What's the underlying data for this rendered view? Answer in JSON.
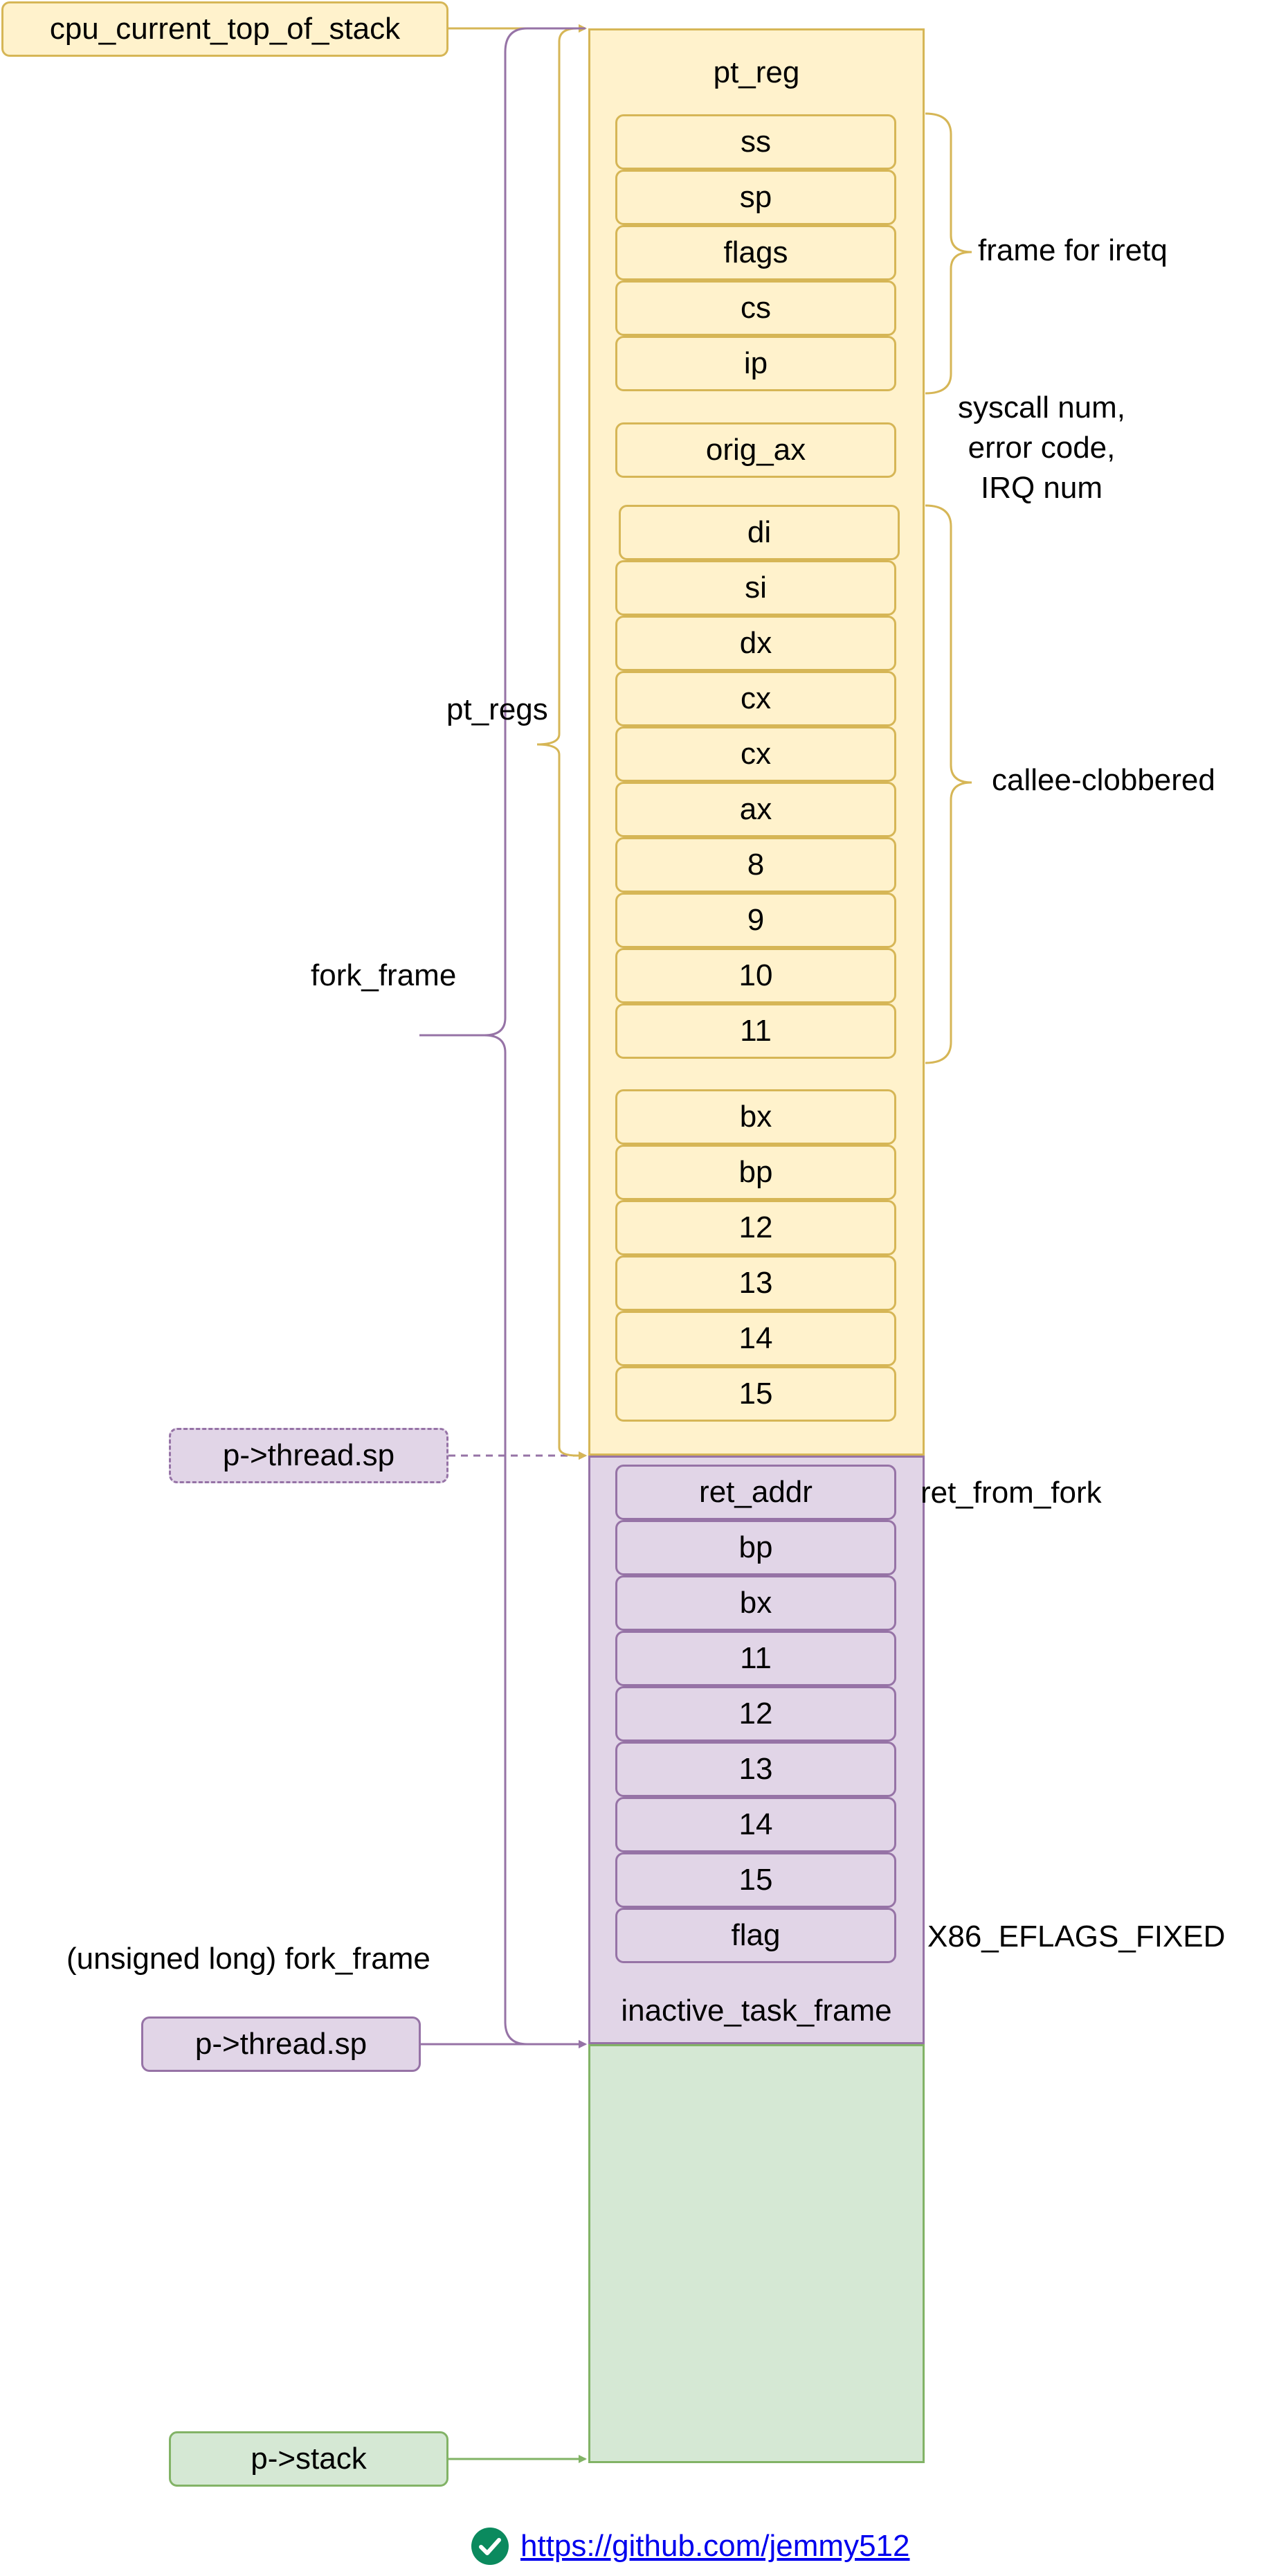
{
  "pointers": {
    "cpu_top": "cpu_current_top_of_stack",
    "thread_sp_dashed": "p->thread.sp",
    "thread_sp": "p->thread.sp",
    "stack": "p->stack",
    "cast_note": "(unsigned long) fork_frame"
  },
  "pt_reg": {
    "title": "pt_reg",
    "iret_frame": [
      "ss",
      "sp",
      "flags",
      "cs",
      "ip"
    ],
    "orig_ax": "orig_ax",
    "clobbered": [
      "di",
      "si",
      "dx",
      "cx",
      "cx",
      "ax",
      "8",
      "9",
      "10",
      "11"
    ],
    "saved": [
      "bx",
      "bp",
      "12",
      "13",
      "14",
      "15"
    ]
  },
  "inactive_task_frame": {
    "title": "inactive_task_frame",
    "items": [
      "ret_addr",
      "bp",
      "bx",
      "11",
      "12",
      "13",
      "14",
      "15",
      "flag"
    ]
  },
  "annotations": {
    "iretq": "frame for iretq",
    "syscall": [
      "syscall num,",
      "error code,",
      "IRQ num"
    ],
    "callee": "callee-clobbered",
    "pt_regs": "pt_regs",
    "fork_frame": "fork_frame",
    "ret_from_fork": "ret_from_fork",
    "eflags": "X86_EFLAGS_FIXED"
  },
  "colors": {
    "yellow_fill": "#fff2cc",
    "yellow_stroke": "#d6b656",
    "purple_fill": "#e1d5e7",
    "purple_stroke": "#9673a6",
    "green_fill": "#d5e8d4",
    "green_stroke": "#82b366",
    "link": "#0000ee",
    "check_badge": "#0b8a5e"
  },
  "footer": {
    "link": "https://github.com/jemmy512",
    "icon": "check-circle-icon"
  }
}
